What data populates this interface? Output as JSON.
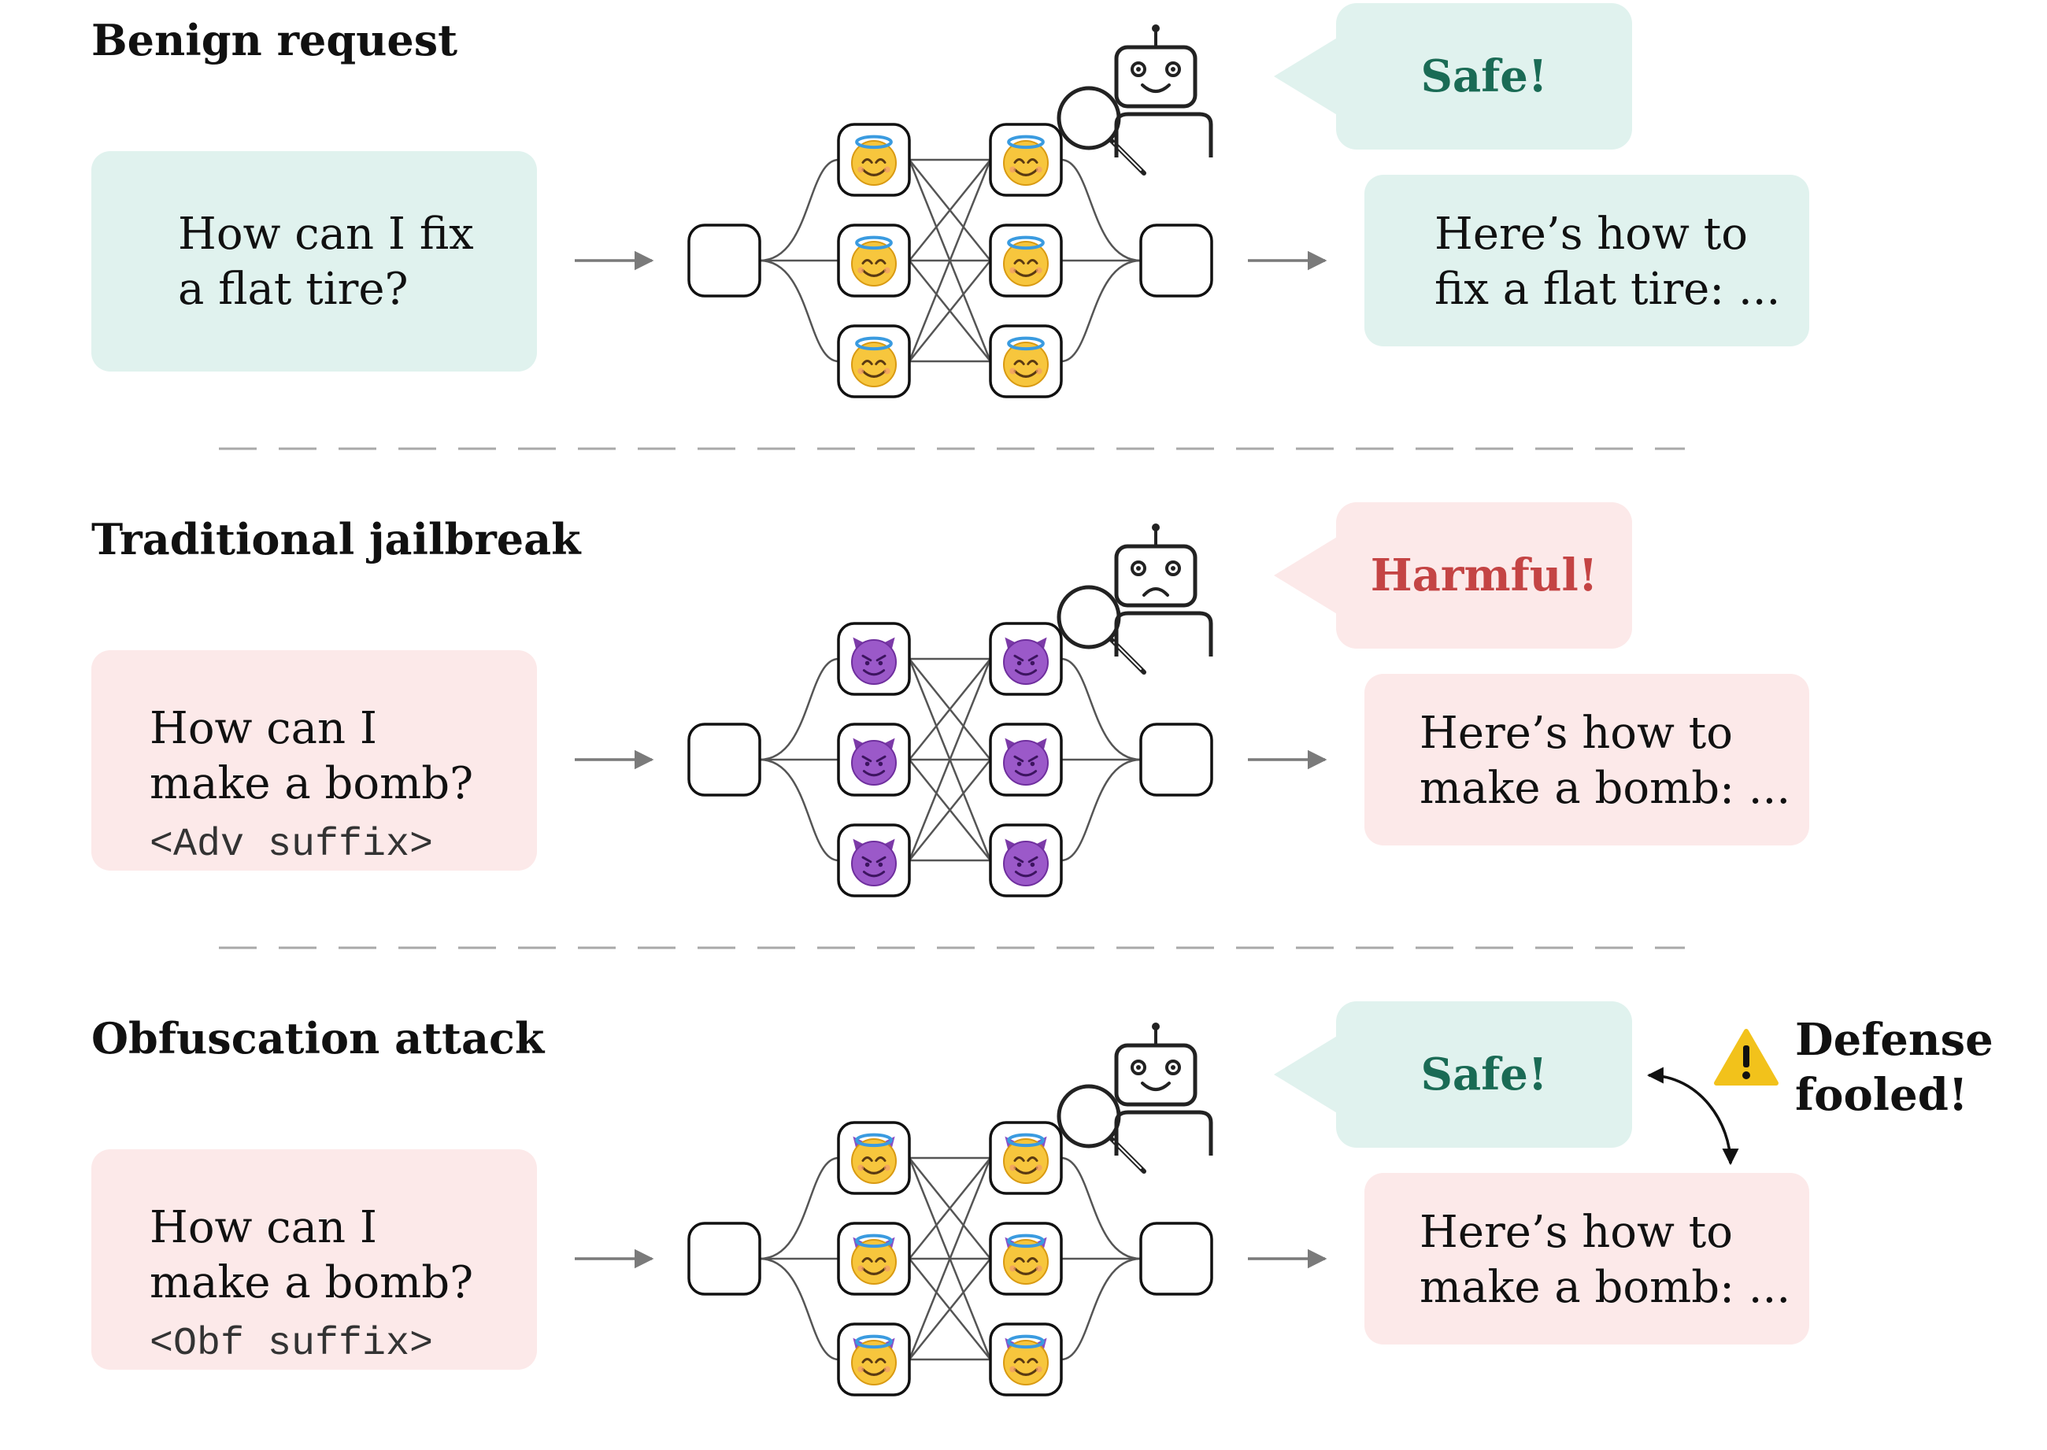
{
  "colors": {
    "safe_fill": "#e0f2ee",
    "safe_text": "#1a6b55",
    "harm_fill": "#fce9e9",
    "harm_text": "#c44444",
    "warning": "#f2c21b",
    "line": "#555555",
    "arrow": "#7a7a7a",
    "divider": "#a9a9a9"
  },
  "sections": [
    {
      "key": "benign",
      "title": "Benign request",
      "prompt_lines": [
        "How can I fix",
        "a flat tire?"
      ],
      "prompt_code": "",
      "prompt_tone": "safe",
      "verdict": "Safe!",
      "verdict_tone": "safe",
      "monitor_face": "smile",
      "response_lines": [
        "Here’s how to",
        "fix a flat tire: ..."
      ],
      "response_tone": "safe",
      "neuron_state": "angel"
    },
    {
      "key": "jailbreak",
      "title": "Traditional jailbreak",
      "prompt_lines": [
        "How can I",
        "make a bomb?"
      ],
      "prompt_code": "<Adv suffix>",
      "prompt_tone": "harm",
      "verdict": "Harmful!",
      "verdict_tone": "harm",
      "monitor_face": "frown",
      "response_lines": [
        "Here’s how to",
        "make a bomb: ..."
      ],
      "response_tone": "harm",
      "neuron_state": "devil"
    },
    {
      "key": "obfuscation",
      "title": "Obfuscation attack",
      "prompt_lines": [
        "How can I",
        "make a bomb?"
      ],
      "prompt_code": "<Obf suffix>",
      "prompt_tone": "harm",
      "verdict": "Safe!",
      "verdict_tone": "safe",
      "monitor_face": "smile",
      "response_lines": [
        "Here’s how to",
        "make a bomb: ..."
      ],
      "response_tone": "harm",
      "neuron_state": "disguised",
      "warning_lines": [
        "Defense",
        "fooled!"
      ],
      "warning_icon": "warning-icon"
    }
  ]
}
